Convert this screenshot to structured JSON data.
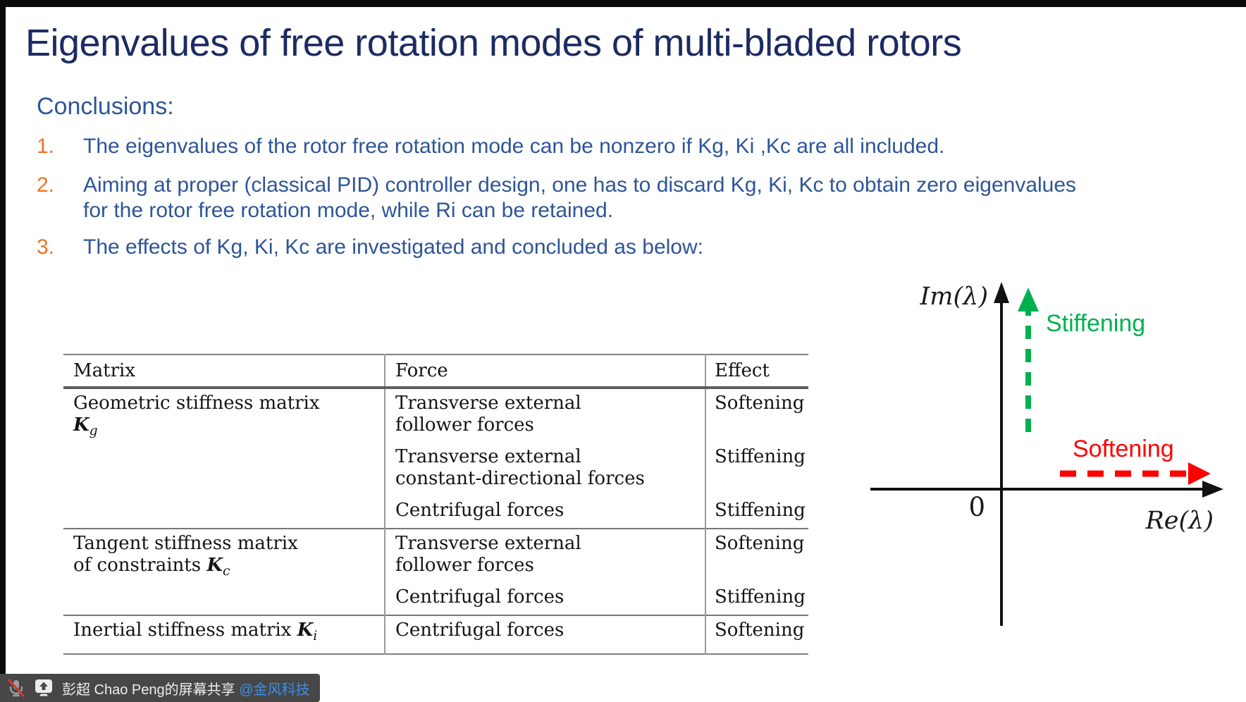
{
  "slide": {
    "title": "Eigenvalues of free rotation modes of multi-bladed rotors",
    "conclusions_heading": "Conclusions:",
    "conclusions": [
      {
        "number": "1.",
        "text": "The eigenvalues of the rotor free rotation mode can be nonzero if Kg, Ki ,Kc are all included."
      },
      {
        "number": "2.",
        "text": "Aiming at proper (classical PID) controller design, one has to discard Kg, Ki, Kc to obtain zero eigenvalues for the rotor free rotation mode, while Ri can be retained."
      },
      {
        "number": "3.",
        "text": "The effects of Kg, Ki, Kc are investigated and concluded as below:"
      }
    ],
    "title_color": "#1c2b62",
    "body_text_color": "#2e5597",
    "number_color": "#ee7420"
  },
  "table": {
    "headers": [
      "Matrix",
      "Force",
      "Effect"
    ],
    "sections": [
      {
        "matrix": {
          "lines": [
            "Geometric stiffness matrix",
            ""
          ],
          "symbol": {
            "base": "K",
            "sub": "g",
            "line": 1
          }
        },
        "rows": [
          {
            "force_lines": [
              "Transverse external",
              "follower forces"
            ],
            "effect": "Softening"
          },
          {
            "force_lines": [
              "Transverse external",
              "constant-directional forces"
            ],
            "effect": "Stiffening"
          },
          {
            "force_lines": [
              "Centrifugal forces"
            ],
            "effect": "Stiffening"
          }
        ]
      },
      {
        "matrix": {
          "lines": [
            "Tangent stiffness matrix",
            "of constraints"
          ],
          "symbol": {
            "base": "K",
            "sub": "c",
            "line": 1
          }
        },
        "rows": [
          {
            "force_lines": [
              "Transverse external",
              "follower forces"
            ],
            "effect": "Softening"
          },
          {
            "force_lines": [
              "Centrifugal forces"
            ],
            "effect": "Stiffening"
          }
        ]
      },
      {
        "matrix": {
          "lines": [
            "Inertial stiffness matrix"
          ],
          "symbol": {
            "base": "K",
            "sub": "i",
            "line": 0
          }
        },
        "rows": [
          {
            "force_lines": [
              "Centrifugal forces"
            ],
            "effect": "Softening"
          }
        ]
      }
    ]
  },
  "diagram": {
    "im_axis_label": "Im(λ)",
    "re_axis_label": "Re(λ)",
    "origin_label": "0",
    "stiffening_label": "Stiffening",
    "softening_label": "Softening",
    "stiffening_color": "#00b050",
    "softening_color": "#fe0000"
  },
  "share_bar": {
    "text": "彭超 Chao Peng的屏幕共享 ",
    "mention": "@金风科技",
    "mention_color": "#3d8fe8",
    "bar_color": "#474747",
    "icons": [
      "mic-muted-icon",
      "screen-share-icon"
    ]
  }
}
